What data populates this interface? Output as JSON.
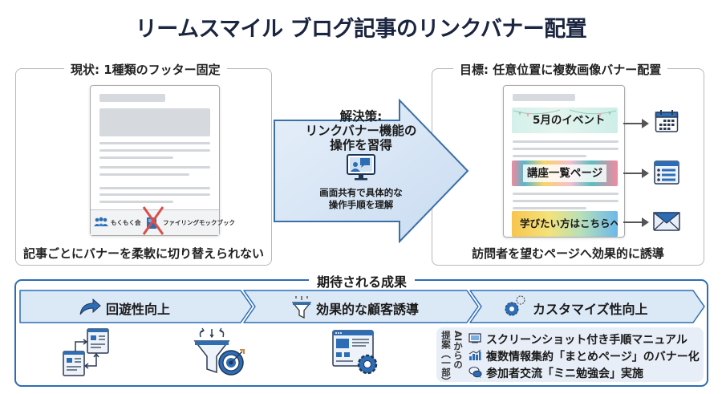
{
  "title": "リームスマイル ブログ記事のリンクバナー配置",
  "current": {
    "heading": "現状: 1種類のフッター固定",
    "footer_items": [
      "もくもく会",
      "ファイリングモックブック"
    ],
    "caption": "記事ごとにバナーを柔軟に切り替えられない"
  },
  "solution": {
    "heading_line1": "解決策:",
    "heading_line2": "リンクバナー機能の",
    "heading_line3": "操作を習得",
    "icon": "screen-share-icon",
    "sub_line1": "画面共有で具体的な",
    "sub_line2": "操作手順を理解"
  },
  "goal": {
    "heading": "目標: 任意位置に複数画像バナー配置",
    "banners": [
      {
        "label": "5月のイベント",
        "target_icon": "calendar-icon"
      },
      {
        "label": "講座一覧ページ",
        "target_icon": "list-icon"
      },
      {
        "label": "学びたい方はこちらへ",
        "target_icon": "mail-icon"
      }
    ],
    "caption": "訪問者を望むページへ効果的に誘導"
  },
  "outcomes": {
    "heading": "期待される成果",
    "steps": [
      {
        "label": "回遊性向上",
        "icon": "curved-arrow-icon"
      },
      {
        "label": "効果的な顧客誘導",
        "icon": "funnel-icon"
      },
      {
        "label": "カスタマイズ性向上",
        "icon": "gear-icon"
      }
    ],
    "ai_label_col1": "AIからの",
    "ai_label_col2": "提案（一部）",
    "ai_suggestions": [
      {
        "text": "スクリーンショット付き手順マニュアル",
        "icon": "screenshot-icon"
      },
      {
        "text": "複数情報集約「まとめページ」のバナー化",
        "icon": "chart-icon"
      },
      {
        "text": "参加者交流「ミニ勉強会」実施",
        "icon": "chat-icon"
      }
    ]
  },
  "colors": {
    "accent_blue": "#2d6db5",
    "light_blue": "#dbe8f6",
    "title_navy": "#1b2540"
  }
}
